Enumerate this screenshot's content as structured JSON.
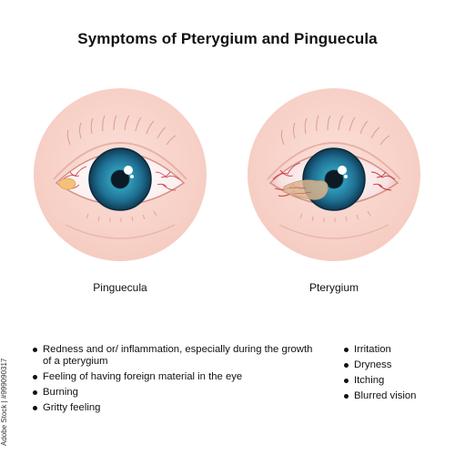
{
  "title": "Symptoms of Pterygium and Pinguecula",
  "eyes": [
    {
      "label": "Pinguecula"
    },
    {
      "label": "Pterygium"
    }
  ],
  "symptoms_left": [
    "Redness and or/ inflammation, especially during the growth of a pterygium",
    "Feeling of having foreign material in the eye",
    "Burning",
    "Gritty feeling"
  ],
  "symptoms_right": [
    "Irritation",
    "Dryness",
    "Itching",
    "Blurred vision"
  ],
  "credit": "Adobe Stock | #999090317",
  "colors": {
    "skin_circle": "#f6cdc3",
    "iris": "#1d6f8c",
    "pupil": "#0b1a24",
    "vessels": "#c8323a",
    "pinguecula": "#f2c27c",
    "pterygium": "#d9b58f"
  }
}
